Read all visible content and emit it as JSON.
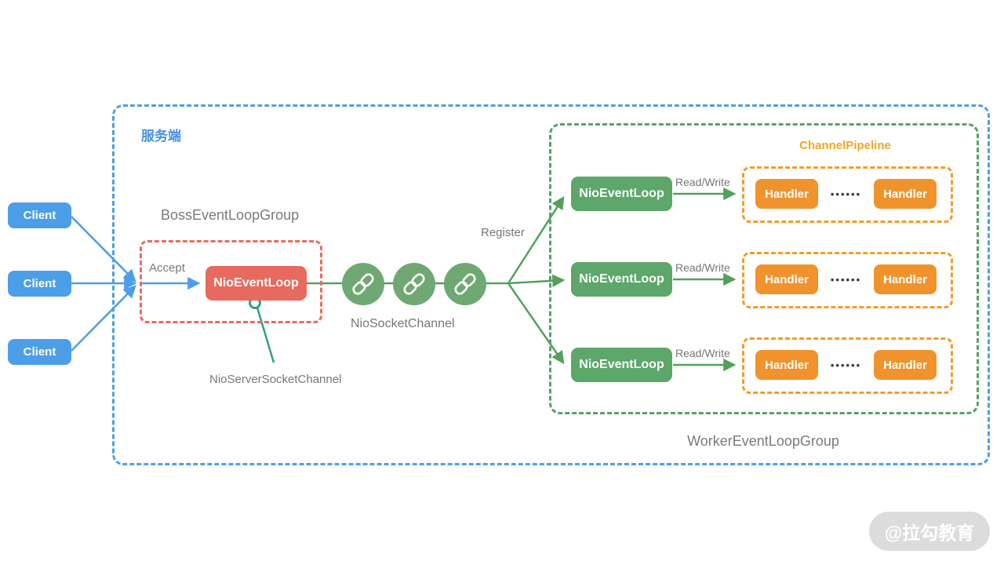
{
  "labels": {
    "server": "服务端",
    "boss_group": "BossEventLoopGroup",
    "worker_group": "WorkerEventLoopGroup",
    "channel_pipeline": "ChannelPipeline",
    "accept": "Accept",
    "register": "Register",
    "nio_socket_channel": "NioSocketChannel",
    "nio_server_socket_channel": "NioServerSocketChannel"
  },
  "clients": [
    {
      "label": "Client"
    },
    {
      "label": "Client"
    },
    {
      "label": "Client"
    }
  ],
  "boss": {
    "event_loop": "NioEventLoop"
  },
  "workers": [
    {
      "event_loop": "NioEventLoop",
      "read_write": "Read/Write",
      "handler_left": "Handler",
      "handler_right": "Handler",
      "dots": "••••••"
    },
    {
      "event_loop": "NioEventLoop",
      "read_write": "Read/Write",
      "handler_left": "Handler",
      "handler_right": "Handler",
      "dots": "••••••"
    },
    {
      "event_loop": "NioEventLoop",
      "read_write": "Read/Write",
      "handler_left": "Handler",
      "handler_right": "Handler",
      "dots": "••••••"
    }
  ],
  "icons": {
    "chain_link": "chain-link-icon"
  },
  "watermark": {
    "text": "@拉勾教育"
  },
  "colors": {
    "client_blue": "#4D9EE8",
    "server_border_blue": "#4D9FE8",
    "boss_red": "#E8695D",
    "boss_border_red": "#ED6A5E",
    "worker_green": "#5CA769",
    "circle_green": "#6FA873",
    "arrow_green": "#53A05E",
    "worker_border_green": "#55A268",
    "handler_orange": "#F0932C",
    "pipeline_border_orange": "#F49C26",
    "pipeline_text_orange": "#F5A623",
    "pointer_teal": "#2FA08C",
    "label_gray": "#777777"
  }
}
